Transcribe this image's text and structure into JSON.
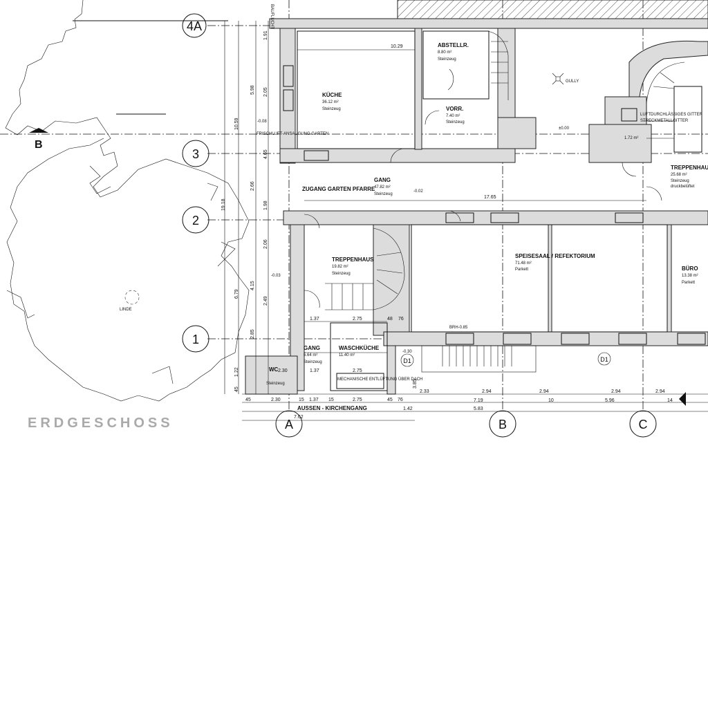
{
  "title": "ERDGESCHOSS",
  "tree_label": "LINDE",
  "section_marker": "B",
  "axes": {
    "a4": "4A",
    "a3": "3",
    "a2": "2",
    "a1": "1",
    "A": "A",
    "B": "B",
    "C": "C",
    "d1": "D1"
  },
  "building_line_label": "BAUFLUCHT",
  "rooms": {
    "kueche": {
      "name": "KÜCHE",
      "area": "36.12 m²",
      "floor": "Steinzeug"
    },
    "abstell": {
      "name": "ABSTELLR.",
      "area": "8.80 m²",
      "floor": "Steinzeug"
    },
    "vorraum": {
      "name": "VORR.",
      "area": "7.40 m²",
      "floor": "Steinzeug"
    },
    "gang_main": {
      "name": "GANG",
      "area": "47.82 m²",
      "floor": "Steinzeug"
    },
    "zugang": {
      "name": "ZUGANG GARTEN PFARRE"
    },
    "treppe1": {
      "name": "TREPPENHAUS",
      "area": "19.82 m²",
      "floor": "Steinzeug"
    },
    "speisesaal": {
      "name": "SPEISESAAL / REFEKTORIUM",
      "area": "71.48 m²",
      "floor": "Parkett"
    },
    "buero": {
      "name": "BÜRO",
      "area": "13.38 m²",
      "floor": "Parkett"
    },
    "gang_small": {
      "name": "GANG",
      "area": "5.64 m²",
      "floor": "Steinzeug"
    },
    "wasch": {
      "name": "WASCHKÜCHE",
      "area": "11.40 m²"
    },
    "wc": {
      "name": "WC",
      "floor": "Steinzeug"
    },
    "treppe2": {
      "name": "TREPPENHAUS",
      "area": "25.68 m²",
      "floor": "Steinzeug",
      "note": "druckbelüftet"
    },
    "aufzug": {
      "area": "1.72 m²"
    }
  },
  "notes": {
    "gully": "GULLY",
    "level_0": "±0.00",
    "level_gang": "-0.02",
    "level_left": "-0.08",
    "level_left2": "-0.03",
    "level_stair": "-0.30",
    "luft": "LUFTDURCHLÄSSIGES GITTER",
    "luft2": "STRECKMETALLGITTER",
    "frischluft": "FRISCHLUFT-ANSAUGUNG GARTEN",
    "mech": "MECHANISCHE ENTLÜFTUNG ÜBER DACH",
    "kirchengang": "AUSSEN - KIRCHENGANG",
    "fenster": "BRH-0.85"
  },
  "dims": {
    "top": "10.29",
    "gang": "17.65",
    "left": [
      "1.91",
      "2.05",
      "5.98",
      "10.59",
      "4.65",
      "2.66",
      "1.98",
      "19.18",
      "2.06",
      "4.15",
      "6.79",
      "2.49",
      "2.85",
      "1.22",
      "45"
    ],
    "row1": [
      "45",
      "2.30",
      "15",
      "1.37",
      "15",
      "2.75",
      "45",
      "76"
    ],
    "row1b": [
      "2.33",
      "2.94",
      "2.94",
      "2.94",
      "2.94"
    ],
    "row2": [
      "7.19",
      "10",
      "5.96",
      "14"
    ],
    "row3": [
      "1.42",
      "5.83"
    ],
    "total": "7.62",
    "inner": [
      "1.37",
      "2.75",
      "48",
      "76",
      "1.37",
      "2.75",
      "3.85",
      "2.30"
    ]
  }
}
